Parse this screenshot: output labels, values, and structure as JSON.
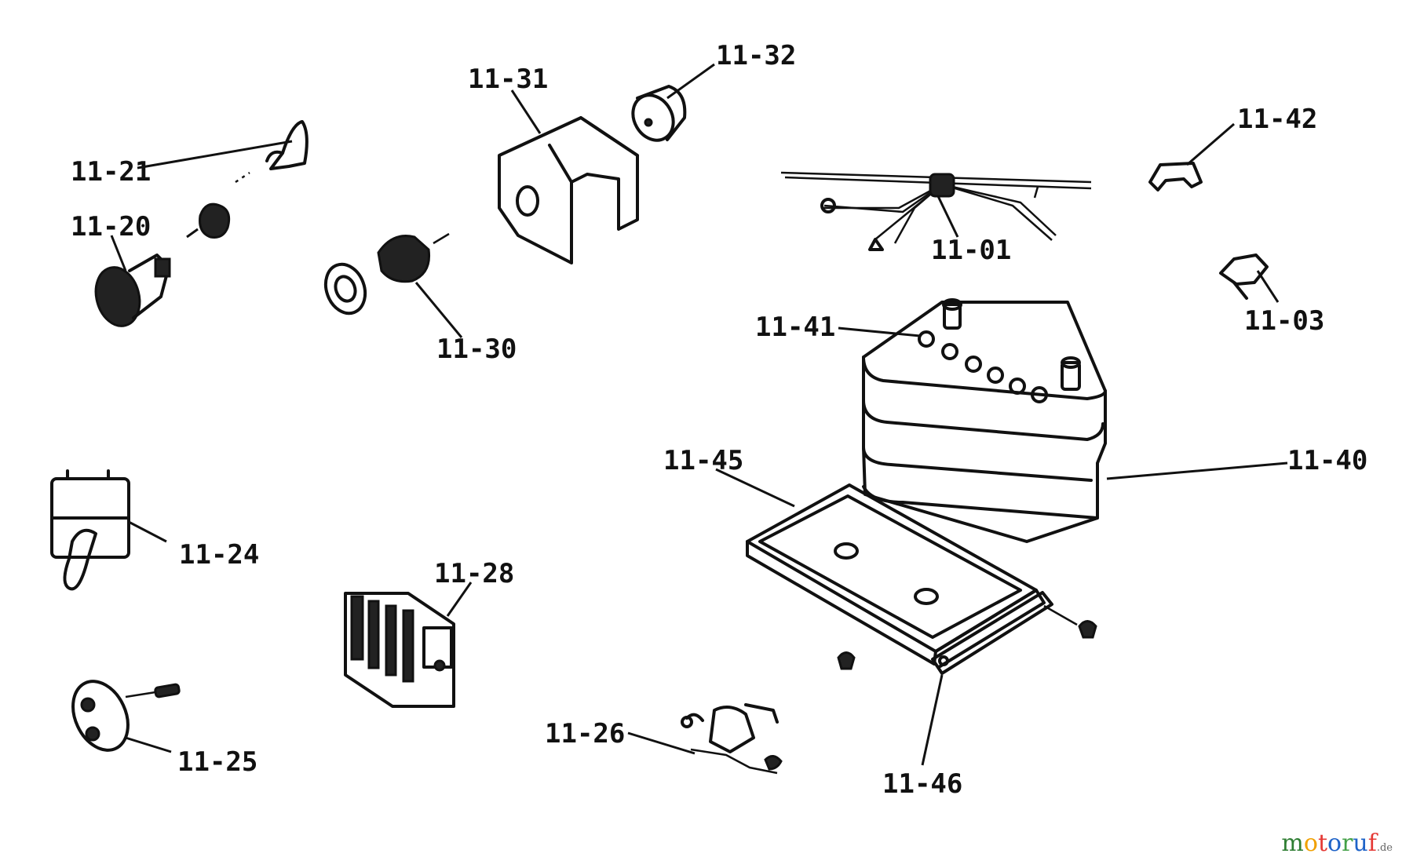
{
  "labels": {
    "p1101": "11-01",
    "p1103": "11-03",
    "p1120": "11-20",
    "p1121": "11-21",
    "p1124": "11-24",
    "p1125": "11-25",
    "p1126": "11-26",
    "p1128": "11-28",
    "p1130": "11-30",
    "p1131": "11-31",
    "p1132": "11-32",
    "p1140": "11-40",
    "p1141": "11-41",
    "p1142": "11-42",
    "p1145": "11-45",
    "p1146": "11-46"
  },
  "watermark": {
    "m": "m",
    "o1": "o",
    "t": "t",
    "o2": "o",
    "r": "r",
    "u": "u",
    "f": "f",
    "tld": ".de",
    "colors": [
      "#2e7d32",
      "#f0a000",
      "#e53935",
      "#1e63c8",
      "#43a047",
      "#1e63c8",
      "#e53935"
    ]
  }
}
